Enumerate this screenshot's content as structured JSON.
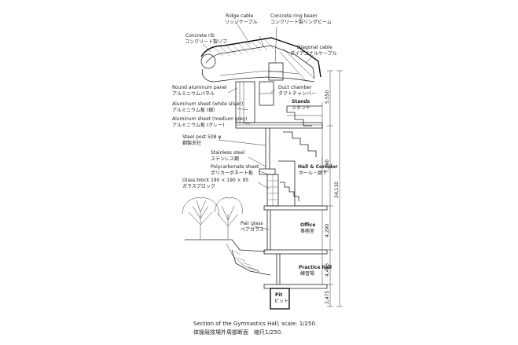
{
  "labels": {
    "ridge_cable": {
      "en": "Ridge cable",
      "jp": "リッジケーブル"
    },
    "ring_beam": {
      "en": "Concrete ring beam",
      "jp": "コンクリート製リングビーム"
    },
    "concrete_rib": {
      "en": "Concrete rib",
      "jp": "コンクリート製リブ"
    },
    "diagonal_cable": {
      "en": "Diagonal cable",
      "jp": "ダイアゴナルケーブル"
    },
    "round_panel": {
      "en": "Round aluminum panel",
      "jp": "アルミニウムパネル"
    },
    "duct_chamber": {
      "en": "Duct chamber",
      "jp": "ダクトチャンバー"
    },
    "al_white": {
      "en": "Aluminum sheet (white silver)",
      "jp": "アルミニウム板 (銀)"
    },
    "al_grey": {
      "en": "Aluminum sheet (medium grey)",
      "jp": "アルミニウム板 (グレー)"
    },
    "steel_post": {
      "en": "Steel post 508 φ",
      "jp": "鋼製支柱"
    },
    "stainless": {
      "en": "Stainless steel",
      "jp": "ステンレス鋼"
    },
    "polycarbonate": {
      "en": "Polycarbonate sheet",
      "jp": "ポリカーボネート板"
    },
    "glass_block": {
      "en": "Glass block 190 × 190 × 95",
      "jp": "ガラスブロック"
    },
    "pair_glass": {
      "en": "Pair glass",
      "jp": "ペアガラス"
    }
  },
  "rooms": {
    "stands": {
      "en": "Stands",
      "jp": "スタンド"
    },
    "hall": {
      "en": "Hall & Corridor",
      "jp": "ホール・廊下"
    },
    "office": {
      "en": "Office",
      "jp": "事務室"
    },
    "practice": {
      "en": "Practice hall",
      "jp": "練習場"
    },
    "pit": {
      "en": "Pit",
      "jp": "ピット"
    }
  },
  "dimensions": {
    "d1": "5,550",
    "d2": "7,590",
    "d3": "24,110",
    "d4": "4,290",
    "d5": "4,455",
    "d6": "2,475"
  },
  "caption": {
    "en": "Section of the Gymnastics Hall; scale: 1/250.",
    "jp": "体操競技場外周部断面　縮尺1/250."
  }
}
